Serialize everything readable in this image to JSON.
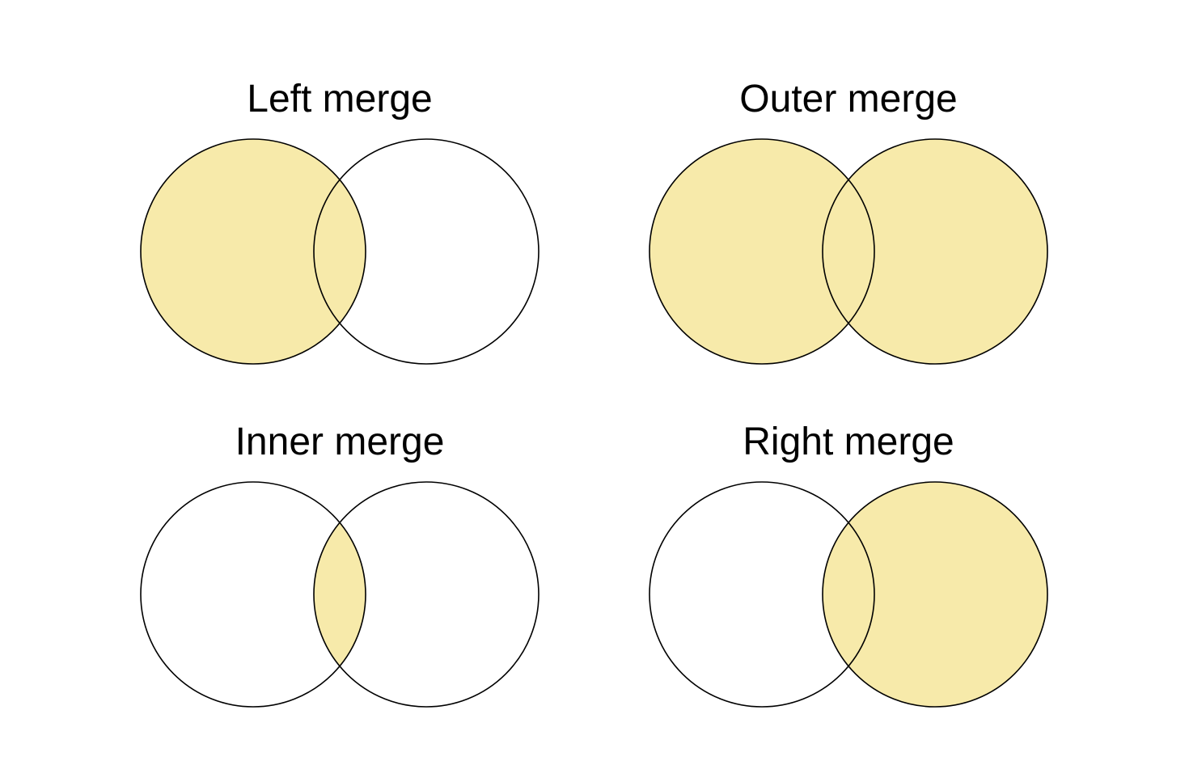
{
  "colors": {
    "fill": "#f7eaaa",
    "outline": "#000000",
    "background": "#ffffff"
  },
  "panels": [
    {
      "title": "Left merge",
      "highlight": [
        "left-only",
        "overlap"
      ]
    },
    {
      "title": "Outer merge",
      "highlight": [
        "left-only",
        "overlap",
        "right-only"
      ]
    },
    {
      "title": "Inner merge",
      "highlight": [
        "overlap"
      ]
    },
    {
      "title": "Right merge",
      "highlight": [
        "overlap",
        "right-only"
      ]
    }
  ]
}
